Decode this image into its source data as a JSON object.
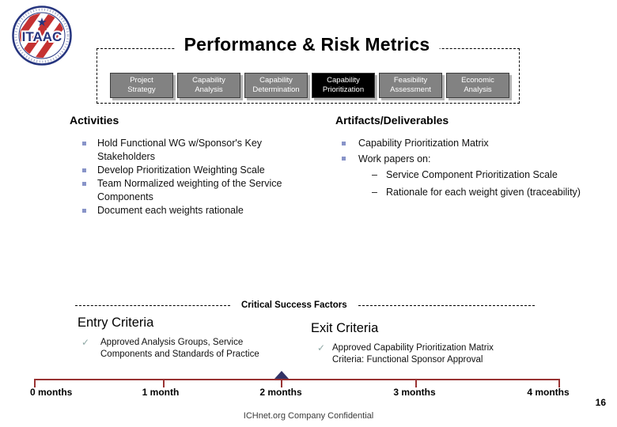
{
  "slide": {
    "title": "Performance & Risk Metrics",
    "footer": "ICHnet.org Company Confidential",
    "page_number": "16"
  },
  "logo": {
    "text": "ITAAC"
  },
  "process_tabs": [
    {
      "line1": "Project",
      "line2": "Strategy",
      "active": false
    },
    {
      "line1": "Capability",
      "line2": "Analysis",
      "active": false
    },
    {
      "line1": "Capability",
      "line2": "Determination",
      "active": false
    },
    {
      "line1": "Capability",
      "line2": "Prioritization",
      "active": true
    },
    {
      "line1": "Feasibility",
      "line2": "Assessment",
      "active": false
    },
    {
      "line1": "Economic",
      "line2": "Analysis",
      "active": false
    }
  ],
  "activities": {
    "heading": "Activities",
    "items": [
      "Hold Functional WG w/Sponsor's Key Stakeholders",
      "Develop Prioritization Weighting Scale",
      "Team Normalized weighting of the Service Components",
      "Document each weights rationale"
    ]
  },
  "artifacts": {
    "heading": "Artifacts/Deliverables",
    "items": [
      "Capability Prioritization Matrix",
      "Work papers on:"
    ],
    "subitems": [
      "Service Component Prioritization Scale",
      "Rationale for each weight given (traceability)"
    ]
  },
  "csf": {
    "label": "Critical Success Factors"
  },
  "entry_criteria": {
    "heading": "Entry Criteria",
    "item": "Approved Analysis Groups, Service Components and Standards of Practice"
  },
  "exit_criteria": {
    "heading": "Exit Criteria",
    "item": "Approved Capability Prioritization Matrix Criteria: Functional Sponsor Approval"
  },
  "timeline": {
    "labels": [
      "0 months",
      "1 month",
      "2 months",
      "3 months",
      "4 months"
    ],
    "marker_at": "2 months"
  },
  "glyphs": {
    "check": "✓",
    "dash": "–"
  },
  "colors": {
    "tab_gray": "#828282",
    "tab_active": "#000000",
    "timeline_red": "#993333",
    "marker_navy": "#333366",
    "bullet_blue": "#8894c8",
    "check_teal": "#8fa8a5"
  }
}
